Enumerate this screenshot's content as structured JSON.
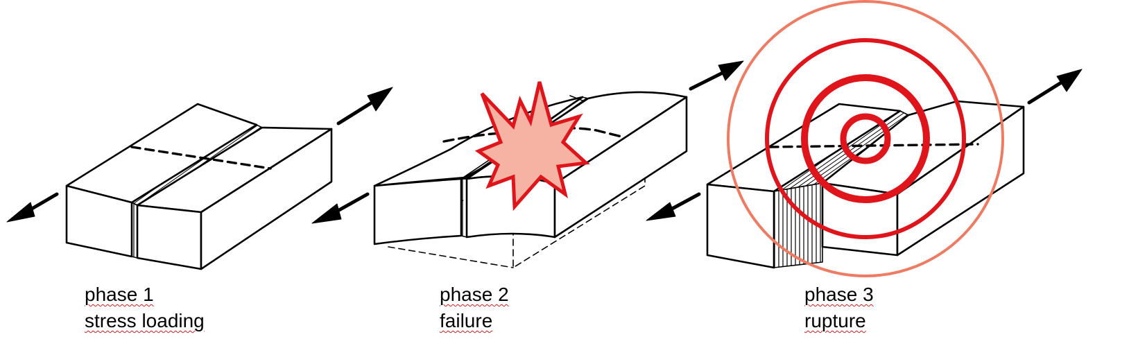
{
  "phases": [
    {
      "title": "phase 1",
      "subtitle": "stress loading"
    },
    {
      "title": "phase 2",
      "subtitle": "failure"
    },
    {
      "title": "phase 3",
      "subtitle": "rupture"
    }
  ],
  "colors": {
    "line": "#000000",
    "burst_fill": "#f6b3a4",
    "burst_stroke": "#e0141b",
    "rings": "#e0141b",
    "outer_ring": "#ef7b63",
    "spellcheck": "#d21c1c"
  },
  "icons": [
    "arrow-icon",
    "burst-icon",
    "ring-icon"
  ]
}
